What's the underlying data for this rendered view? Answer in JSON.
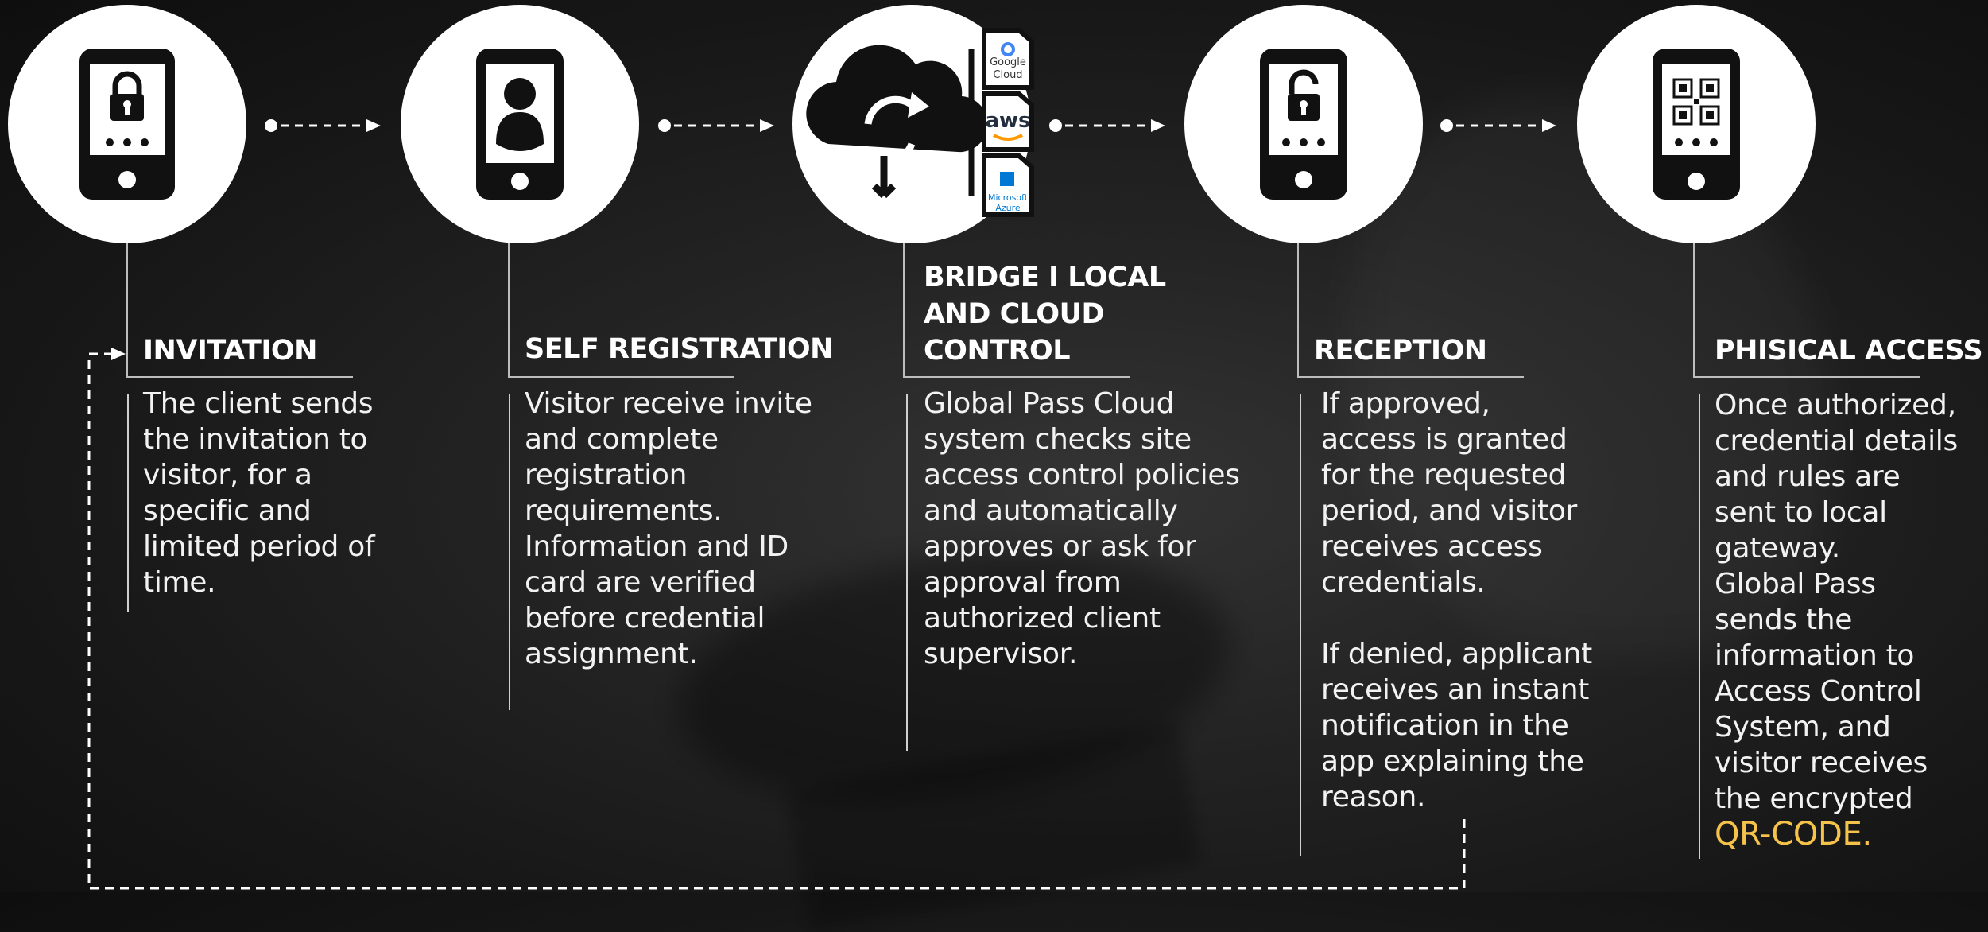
{
  "steps": [
    {
      "title": "INVITATION",
      "description": "The client sends\nthe invitation to\nvisitor, for a\nspecific and\nlimited period of\ntime.",
      "icon": "phone-lock-icon"
    },
    {
      "title": "SELF REGISTRATION",
      "description": "Visitor receive invite\nand complete\nregistration\nrequirements.\nInformation and ID\ncard are verified\nbefore credential\nassignment.",
      "icon": "phone-user-icon"
    },
    {
      "title": "BRIDGE I LOCAL\nAND CLOUD\nCONTROL",
      "description": "Global Pass Cloud\nsystem checks site\naccess control policies\nand automatically\napproves or ask for\napproval from\nauthorized client\nsupervisor.",
      "icon": "cloud-sync-icon"
    },
    {
      "title": "RECEPTION",
      "description": "If approved,\naccess is granted\nfor the requested\nperiod, and visitor\nreceives access\ncredentials.\n\nIf denied, applicant\nreceives an instant\nnotification in the\napp explaining the\nreason.",
      "icon": "phone-unlock-icon"
    },
    {
      "title": "PHISICAL ACCESS",
      "description": "Once authorized,\ncredential details\nand rules are\nsent to local\ngateway.\nGlobal Pass\nsends the\ninformation to\nAccess Control\nSystem, and\nvisitor receives\nthe encrypted",
      "highlight": "QR-CODE.",
      "icon": "phone-qr-icon"
    }
  ],
  "cloud_providers": [
    "Google Cloud",
    "aws",
    "Microsoft Azure"
  ],
  "colors": {
    "highlight": "#f5c24a",
    "circle": "#ffffff",
    "icon": "#111111"
  }
}
